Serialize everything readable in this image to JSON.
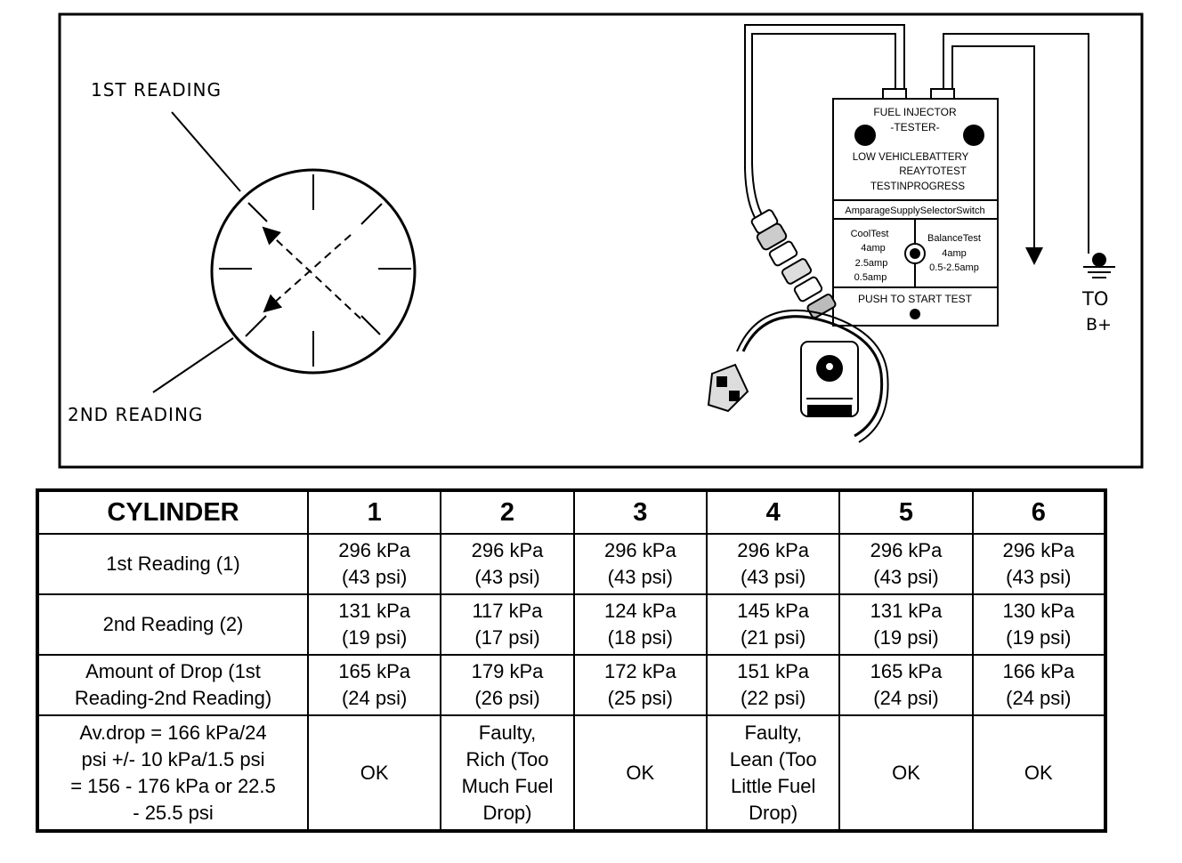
{
  "diagram": {
    "first_reading_label": "1ST READING",
    "second_reading_label": "2ND READING",
    "tester": {
      "title_line1": "FUEL INJECTOR",
      "title_line2": "-TESTER-",
      "status_line1": "LOW VEHICLEBATTERY",
      "status_line2": "REAYTOTEST",
      "status_line3": "TESTINPROGRESS",
      "selector_label": "AmparageSupplySelectorSwitch",
      "cool_test_lines": [
        "CoolTest",
        "4amp",
        "2.5amp",
        "0.5amp"
      ],
      "balance_test_lines": [
        "BalanceTest",
        "4amp",
        "0.5-2.5amp"
      ],
      "push_label": "PUSH TO START TEST"
    },
    "ground_label_line1": "TO",
    "ground_label_line2": "B+"
  },
  "table": {
    "header_label": "CYLINDER",
    "cylinders": [
      "1",
      "2",
      "3",
      "4",
      "5",
      "6"
    ],
    "rows": [
      {
        "label": "1st Reading (1)",
        "cells": [
          [
            "296 kPa",
            "(43 psi)"
          ],
          [
            "296 kPa",
            "(43 psi)"
          ],
          [
            "296 kPa",
            "(43 psi)"
          ],
          [
            "296 kPa",
            "(43 psi)"
          ],
          [
            "296 kPa",
            "(43 psi)"
          ],
          [
            "296 kPa",
            "(43 psi)"
          ]
        ]
      },
      {
        "label": "2nd Reading (2)",
        "cells": [
          [
            "131 kPa",
            "(19 psi)"
          ],
          [
            "117 kPa",
            "(17 psi)"
          ],
          [
            "124 kPa",
            "(18 psi)"
          ],
          [
            "145 kPa",
            "(21 psi)"
          ],
          [
            "131 kPa",
            "(19 psi)"
          ],
          [
            "130 kPa",
            "(19 psi)"
          ]
        ]
      },
      {
        "label_lines": [
          "Amount of Drop (1st",
          "Reading-2nd Reading)"
        ],
        "cells": [
          [
            "165 kPa",
            "(24 psi)"
          ],
          [
            "179 kPa",
            "(26 psi)"
          ],
          [
            "172 kPa",
            "(25 psi)"
          ],
          [
            "151 kPa",
            "(22 psi)"
          ],
          [
            "165 kPa",
            "(24 psi)"
          ],
          [
            "166 kPa",
            "(24 psi)"
          ]
        ]
      },
      {
        "label_lines": [
          "Av.drop = 166 kPa/24",
          "psi +/- 10 kPa/1.5 psi",
          "= 156 - 176 kPa or 22.5",
          "- 25.5 psi"
        ],
        "cells": [
          [
            "OK"
          ],
          [
            "Faulty,",
            "Rich (Too",
            "Much Fuel",
            "Drop)"
          ],
          [
            "OK"
          ],
          [
            "Faulty,",
            "Lean (Too",
            "Little Fuel",
            "Drop)"
          ],
          [
            "OK"
          ],
          [
            "OK"
          ]
        ]
      }
    ]
  }
}
